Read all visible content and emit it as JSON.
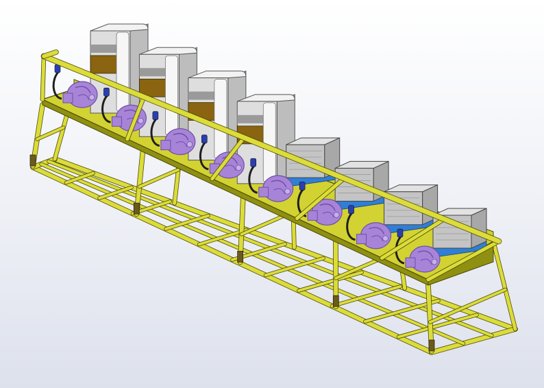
{
  "scene": {
    "type": "isometric CAD model",
    "module_count": 8,
    "tall_cabinet_count": 4,
    "compact_box_count": 4,
    "colors": {
      "frame": "#dcdc3a",
      "frame_dark": "#8f8f12",
      "frame_edge": "#4a4a08",
      "shelf": "#d2d232",
      "blower": "#a784d8",
      "blower_dark": "#6e4fa6",
      "tall_cabinet": "#dedede",
      "cabinet_band": "#8a6410",
      "box": "#c4c4c4",
      "box_base": "#2f7fd6",
      "foot": "#6b5a1c",
      "hose": "#1f1f1f",
      "coupling": "#2a3fb0"
    }
  }
}
